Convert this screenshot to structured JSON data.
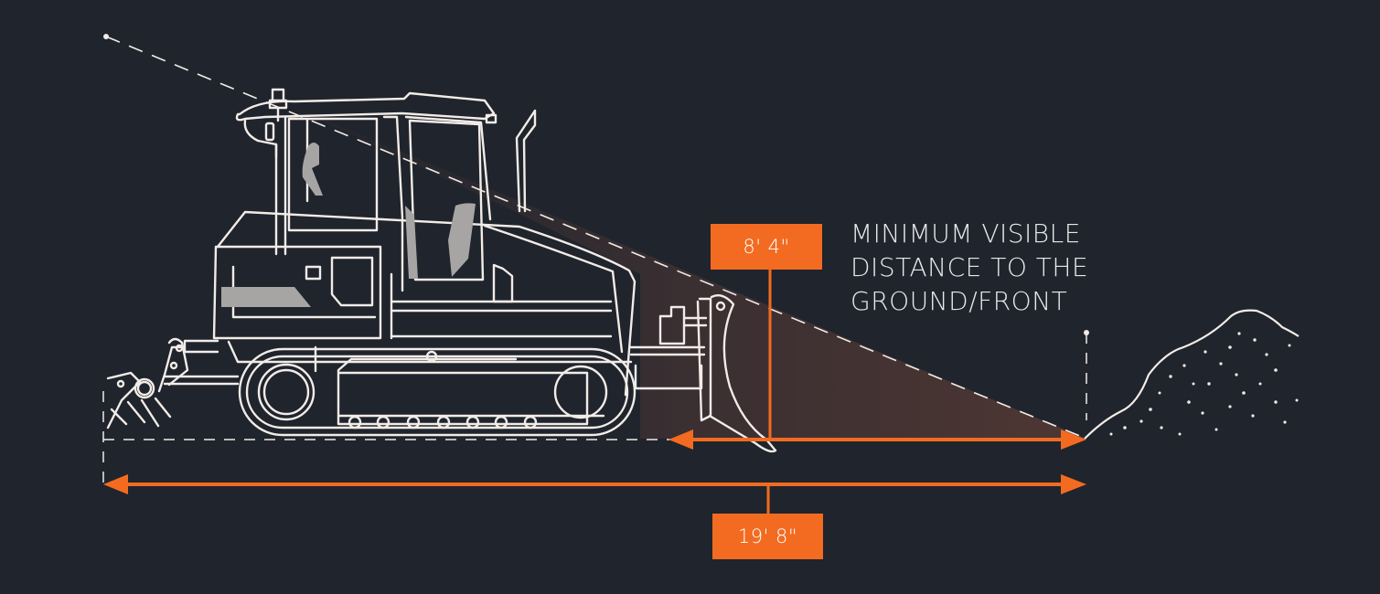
{
  "diagram": {
    "subject": "bulldozer side view with visibility line of sight",
    "caption": {
      "lines": [
        "MINIMUM VISIBLE",
        "DISTANCE TO THE",
        "GROUND/FRONT"
      ]
    },
    "dimensions": {
      "min_visible_distance": "8' 4\"",
      "total_distance": "19' 8\""
    },
    "colors": {
      "background": "#20242c",
      "accent": "#f26b21",
      "line_art": "#f2ece8",
      "shade": "#4a3634",
      "fill_gray": "#a7a5a3"
    }
  }
}
